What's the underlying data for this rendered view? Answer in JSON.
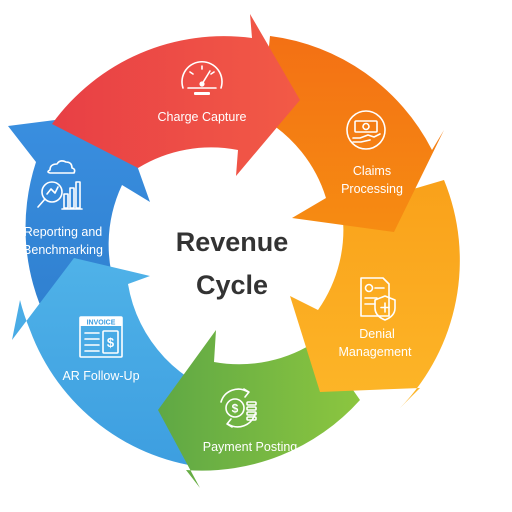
{
  "center": {
    "line1": "Revenue",
    "line2": "Cycle"
  },
  "stages": [
    {
      "line1": "Charge Capture",
      "line2": "",
      "icon": "speedometer-icon",
      "color": "#ef4b4b"
    },
    {
      "line1": "Claims",
      "line2": "Processing",
      "icon": "cash-in-hand-icon",
      "color": "#f5820f"
    },
    {
      "line1": "Denial",
      "line2": "Management",
      "icon": "document-shield-icon",
      "color": "#fbab1a"
    },
    {
      "line1": "Payment Posting",
      "line2": "",
      "icon": "dollar-coins-cycle-icon",
      "color": "#72b643"
    },
    {
      "line1": "AR Follow-Up",
      "line2": "",
      "icon": "invoice-icon",
      "color": "#2f8fd6"
    },
    {
      "line1": "Reporting and",
      "line2": "Benchmarking",
      "icon": "magnifier-chart-icon",
      "color": "#3a86d4"
    }
  ],
  "icon_text": {
    "invoice": "INVOICE",
    "dollar": "$"
  }
}
